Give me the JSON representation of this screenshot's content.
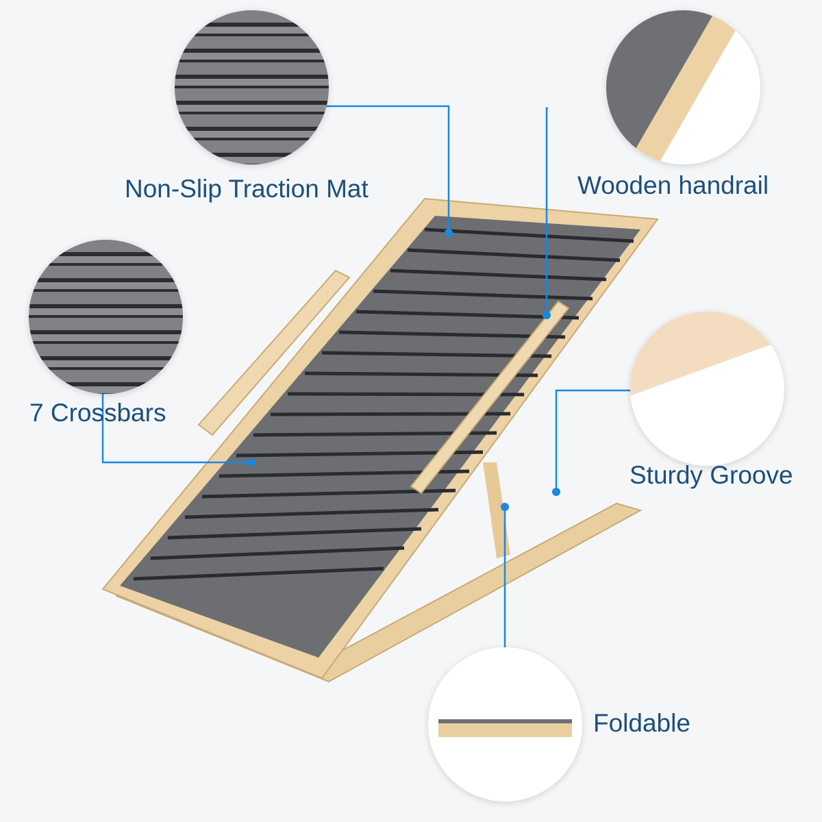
{
  "callouts": [
    {
      "id": "mat",
      "label": "Non-Slip Traction Mat"
    },
    {
      "id": "handrail",
      "label": "Wooden handrail"
    },
    {
      "id": "crossbars",
      "label": "7 Crossbars"
    },
    {
      "id": "groove",
      "label": "Sturdy Groove"
    },
    {
      "id": "foldable",
      "label": "Foldable"
    }
  ],
  "colors": {
    "label": "#1b4f7e",
    "leader": "#1a88e0",
    "wood": "#ecd2a5",
    "mat": "#6e7073",
    "background": "#f5f6f7"
  }
}
